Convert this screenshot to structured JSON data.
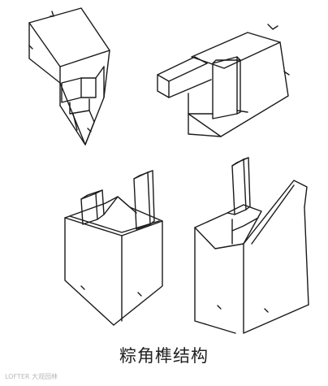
{
  "figure": {
    "caption": "粽角榫结构",
    "watermark": "LOFTER 大观园林",
    "panels": [
      {
        "id": "top-left",
        "description_name": "joint-view-1"
      },
      {
        "id": "top-right",
        "description_name": "joint-view-2"
      },
      {
        "id": "bottom-left",
        "description_name": "joint-view-3"
      },
      {
        "id": "bottom-right",
        "description_name": "joint-view-4"
      }
    ],
    "colors": {
      "line": "#1a1a1a",
      "background": "#ffffff"
    }
  }
}
